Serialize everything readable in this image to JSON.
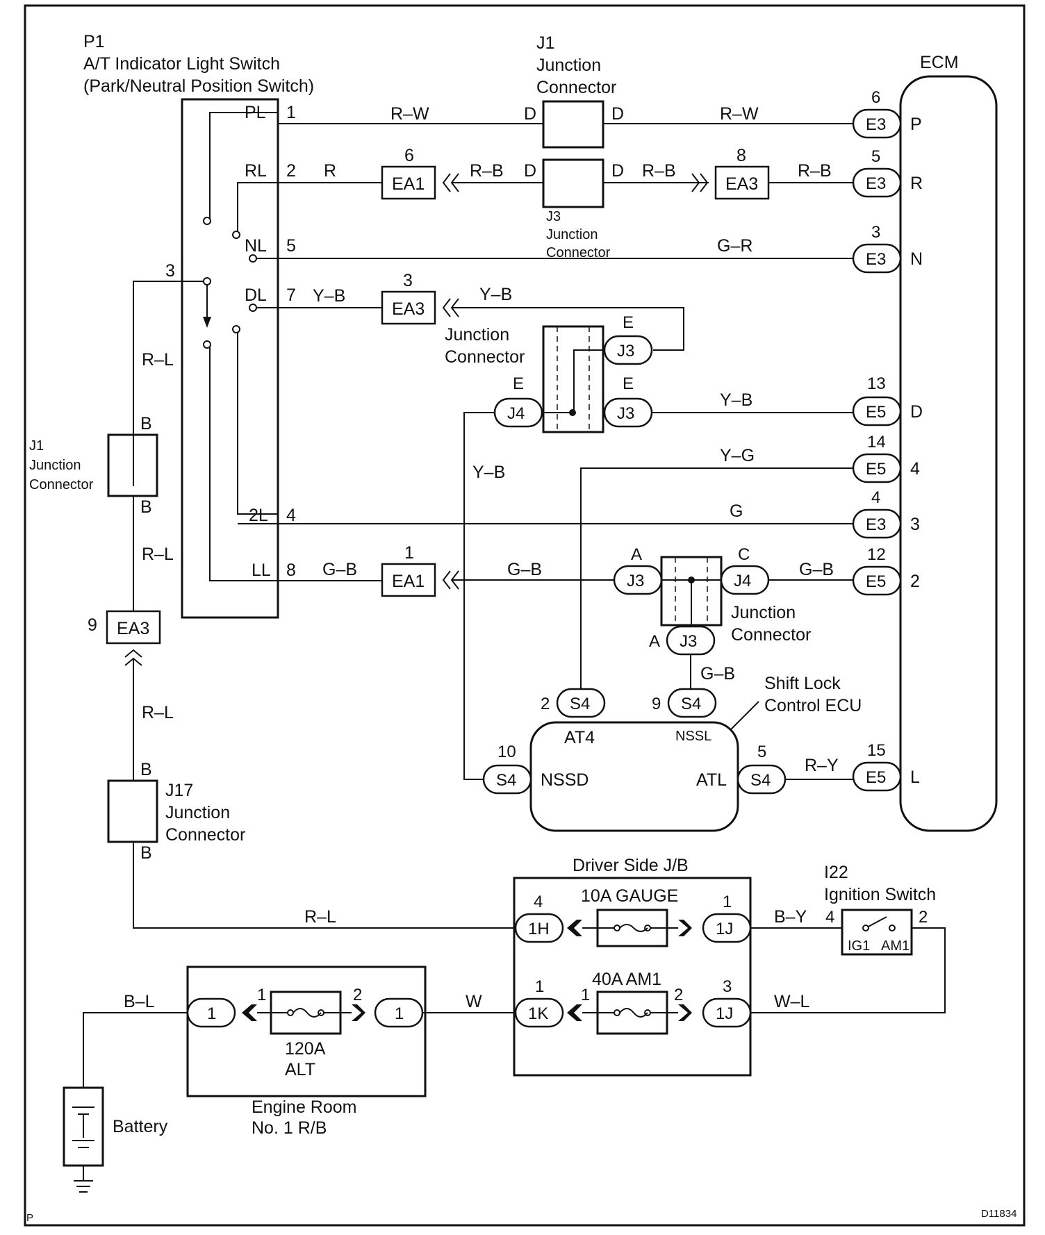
{
  "components": {
    "p1": {
      "id": "P1",
      "name": "A/T Indicator Light Switch",
      "sub": "(Park/Neutral Position Switch)"
    },
    "j1_top": {
      "id": "J1",
      "line1": "Junction",
      "line2": "Connector"
    },
    "j3_mid": {
      "id": "J3",
      "line1": "Junction",
      "line2": "Connector"
    },
    "ecm": {
      "name": "ECM"
    },
    "junction_conn_1": {
      "line1": "Junction",
      "line2": "Connector"
    },
    "junction_conn_2": {
      "line1": "Junction",
      "line2": "Connector"
    },
    "j1_left": {
      "id": "J1",
      "line1": "Junction",
      "line2": "Connector"
    },
    "j17": {
      "id": "J17",
      "line1": "Junction",
      "line2": "Connector"
    },
    "shift_lock": {
      "line1": "Shift Lock",
      "line2": "Control ECU"
    },
    "driver_jb": {
      "name": "Driver Side J/B"
    },
    "ignition": {
      "id": "I22",
      "name": "Ignition Switch",
      "ig1": "IG1",
      "am1": "AM1"
    },
    "engine_rb": {
      "line1": "Engine Room",
      "line2": "No. 1 R/B"
    },
    "battery": {
      "name": "Battery"
    }
  },
  "switch_terminals": {
    "pl": "PL",
    "rl": "RL",
    "nl": "NL",
    "dl": "DL",
    "l2": "2L",
    "ll": "LL",
    "pin1": "1",
    "pin2": "2",
    "pin5": "5",
    "pin7": "7",
    "pin4": "4",
    "pin8": "8",
    "pin3": "3"
  },
  "ecm_terminals": {
    "p": "P",
    "r": "R",
    "n": "N",
    "d": "D",
    "t4": "4",
    "t3": "3",
    "t2": "2",
    "l": "L"
  },
  "connectors": {
    "e3": "E3",
    "e5": "E5",
    "ea1": "EA1",
    "ea3": "EA3",
    "j3": "J3",
    "j4": "J4",
    "s4": "S4",
    "h1": "1H",
    "j1c": "1J",
    "k1": "1K",
    "one": "1",
    "d": "D",
    "e": "E",
    "a": "A",
    "c": "C",
    "b": "B"
  },
  "pins": {
    "e3_p": "6",
    "e3_r": "5",
    "e3_n": "3",
    "ea1_top": "6",
    "ea3_r": "8",
    "ea3_dl": "3",
    "e5_d": "13",
    "e5_4": "14",
    "e3_3": "4",
    "ea1_ll": "1",
    "e5_2": "12",
    "s4_at4": "2",
    "s4_nssl": "9",
    "s4_nssd": "10",
    "s4_atl": "5",
    "e5_l": "15",
    "ea3_left": "9",
    "jb_1h": "4",
    "jb_1j_top": "1",
    "jb_1k": "1",
    "jb_1j_bot": "3",
    "fuse_in": "1",
    "fuse_out": "2",
    "alt_in": "1",
    "alt_out": "2",
    "ign_4": "4",
    "ign_2": "2"
  },
  "shift_terminals": {
    "at4": "AT4",
    "nssl": "NSSL",
    "nssd": "NSSD",
    "atl": "ATL"
  },
  "wire_colors": {
    "rw": "R–W",
    "r": "R",
    "rb": "R–B",
    "gr": "G–R",
    "yb": "Y–B",
    "yg": "Y–G",
    "g": "G",
    "gb": "G–B",
    "ry": "R–Y",
    "rl": "R–L",
    "by": "B–Y",
    "wl": "W–L",
    "w": "W",
    "bl": "B–L"
  },
  "fuses": {
    "gauge": "10A GAUGE",
    "am1": "40A AM1",
    "alt_amp": "120A",
    "alt_name": "ALT"
  },
  "corner": {
    "left": "P",
    "code": "D11834"
  }
}
